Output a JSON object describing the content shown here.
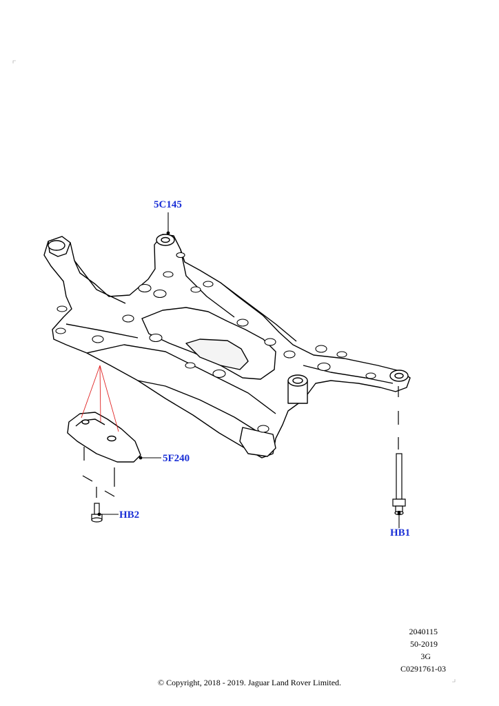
{
  "callouts": {
    "subframe": "5C145",
    "shield": "5F240",
    "bolt_small": "HB2",
    "bolt_long": "HB1"
  },
  "meta": {
    "line1": "2040115",
    "line2": "50-2019",
    "line3": "3G",
    "line4": "C0291761-03"
  },
  "copyright": "© Copyright, 2018 - 2019. Jaguar Land Rover Limited.",
  "colors": {
    "callout_text": "#1a2fd6",
    "guide_lines": "#e02020",
    "line_art": "#000000"
  }
}
